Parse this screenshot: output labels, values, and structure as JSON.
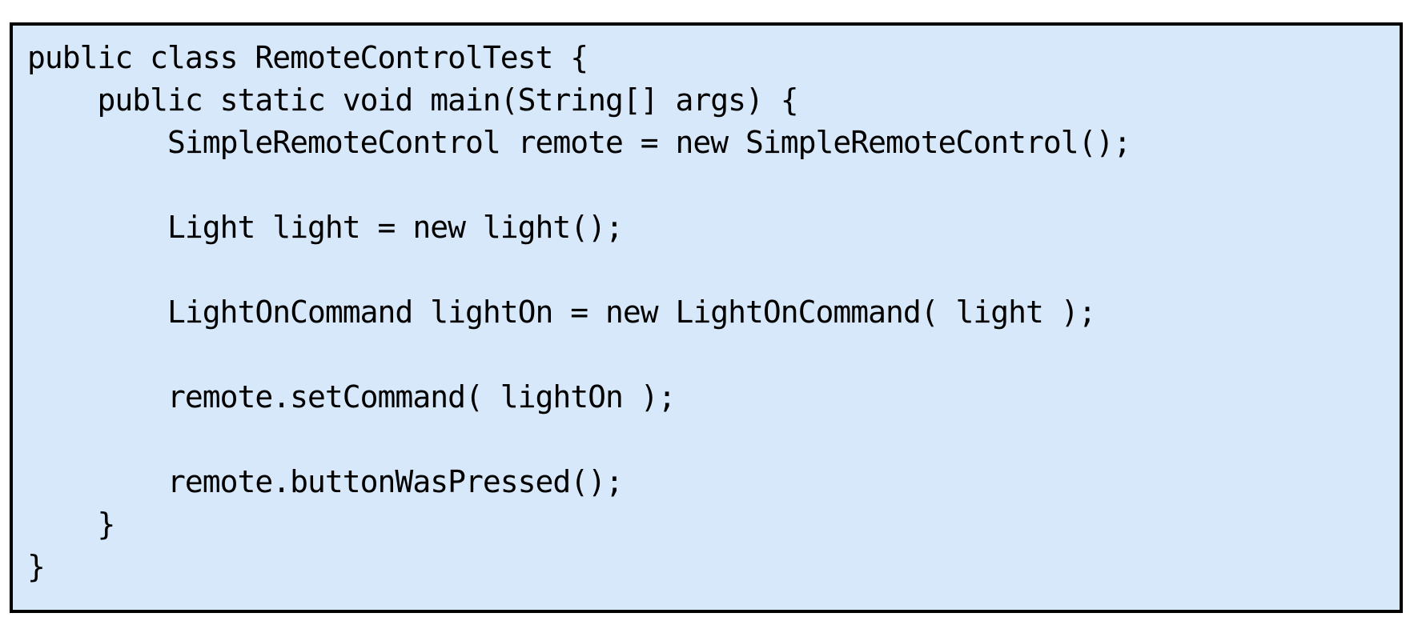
{
  "code_block": {
    "language": "java",
    "background_color": "#d6e8fa",
    "border_color": "#000000",
    "lines": [
      {
        "text": "public class RemoteControlTest {"
      },
      {
        "text": "    public static void main(String[] args) {"
      },
      {
        "text": "        SimpleRemoteControl remote = new SimpleRemoteControl();"
      },
      {
        "text": " "
      },
      {
        "text": "        Light light = new light();"
      },
      {
        "text": " "
      },
      {
        "text": "        LightOnCommand lightOn = new LightOnCommand( light );"
      },
      {
        "text": " "
      },
      {
        "text": "        remote.setCommand( lightOn );"
      },
      {
        "text": " "
      },
      {
        "text": "        remote.buttonWasPressed();"
      },
      {
        "text": "    }"
      },
      {
        "text": "}"
      }
    ]
  }
}
